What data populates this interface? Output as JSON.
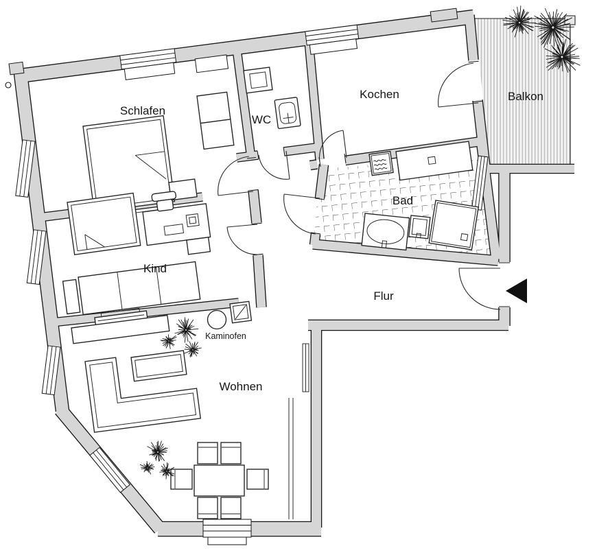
{
  "floor_plan": {
    "rooms": [
      {
        "id": "schlafen",
        "label": "Schlafen"
      },
      {
        "id": "wc",
        "label": "WC"
      },
      {
        "id": "kochen",
        "label": "Kochen"
      },
      {
        "id": "balkon",
        "label": "Balkon"
      },
      {
        "id": "bad",
        "label": "Bad"
      },
      {
        "id": "kind",
        "label": "Kind"
      },
      {
        "id": "flur",
        "label": "Flur"
      },
      {
        "id": "wohnen",
        "label": "Wohnen"
      }
    ],
    "annotations": [
      {
        "id": "kaminofen",
        "label": "Kaminofen"
      }
    ],
    "colors": {
      "wall_fill": "#d6d6d6",
      "outline": "#161616",
      "balcony_stripe": "#bdbdbd",
      "balcony_bg": "#f4f4f4",
      "tile_line": "#3c3c3c",
      "entrance_arrow": "#111111"
    },
    "icons": {
      "plant": "starburst-plant-icon",
      "entrance": "entrance-arrow-icon",
      "stove": "kaminofen-circle-icon",
      "flue": "flue-square-icon"
    }
  }
}
